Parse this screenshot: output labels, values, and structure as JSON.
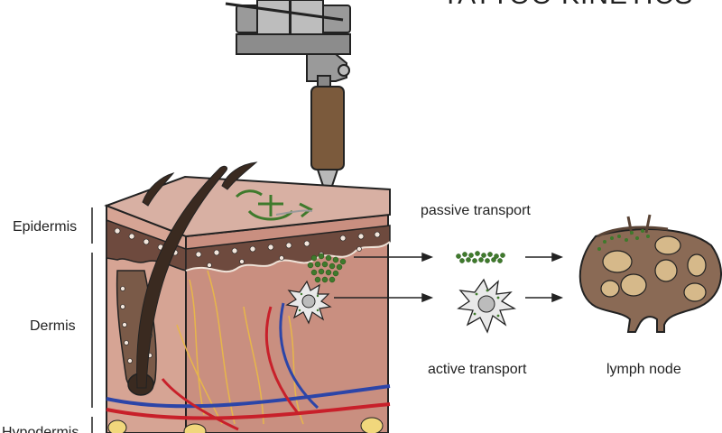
{
  "title": "TATTOO KINETICS",
  "layers": {
    "epidermis": "Epidermis",
    "dermis": "Dermis",
    "hypodermis": "Hypodermis"
  },
  "pathways": {
    "passive": "passive transport",
    "active": "active transport",
    "destination": "lymph node"
  },
  "colors": {
    "skin": "#d6a494",
    "epidermis_band": "#6e4a3e",
    "ink_green": "#3f7a2c",
    "artery": "#c8202a",
    "vein": "#2c45a8",
    "nerve": "#e7b64a",
    "hair": "#3a2a20",
    "lymph_node": "#8a6a55"
  }
}
